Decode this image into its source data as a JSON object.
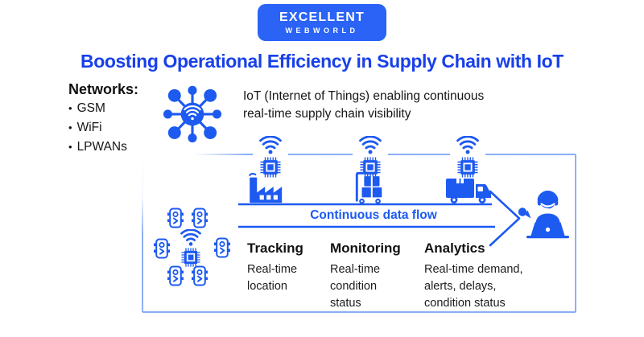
{
  "brand": {
    "name_top": "EXCELLENT",
    "name_bottom": "WEBWORLD"
  },
  "title": "Boosting Operational Efficiency in Supply Chain with IoT",
  "networks": {
    "heading": "Networks:",
    "bullet": "•",
    "items": [
      "GSM",
      "WiFi",
      "LPWANs"
    ]
  },
  "intro": {
    "line1": "IoT (Internet of Things) enabling continuous",
    "line2": "real-time supply chain visibility"
  },
  "flow": {
    "label": "Continuous data flow"
  },
  "stages": [
    {
      "name": "Tracking",
      "desc_lines": [
        "Real-time",
        "location",
        ""
      ]
    },
    {
      "name": "Monitoring",
      "desc_lines": [
        "Real-time",
        "condition",
        "status"
      ]
    },
    {
      "name": "Analytics",
      "desc_lines": [
        "Real-time demand,",
        "alerts, delays,",
        "condition status"
      ]
    }
  ],
  "icons": {
    "hub": "iot-network-hub-icon",
    "wifi": "wifi-signal-icon",
    "chip": "iot-chip-icon",
    "factory": "factory-icon",
    "hand_truck": "hand-truck-icon",
    "truck": "delivery-truck-icon",
    "sensor": "sensor-node-icon",
    "operator": "support-operator-icon"
  },
  "colors": {
    "brand_blue": "#2A63F6",
    "title_blue": "#1840EA",
    "icon_blue": "#1D5AF0",
    "panel_border_blue": "#7AA3F4",
    "text_dark": "#161616"
  }
}
